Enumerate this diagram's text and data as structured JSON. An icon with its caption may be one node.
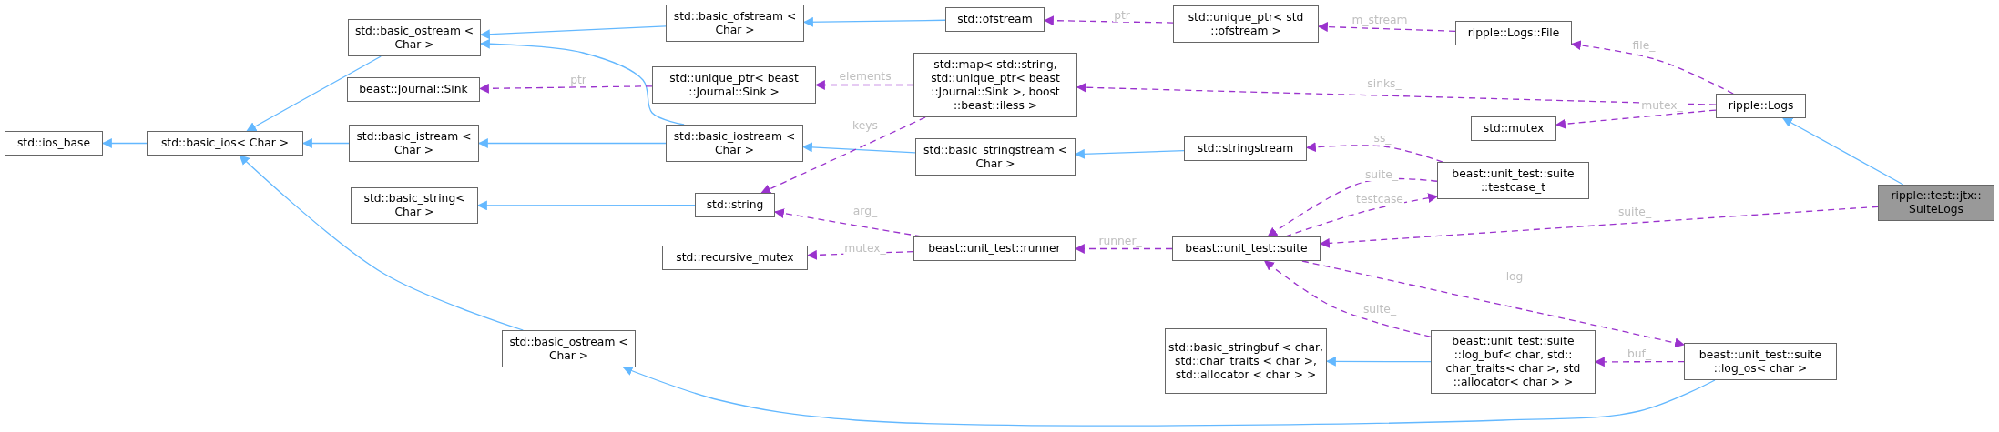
{
  "diagram": {
    "nodes": [
      {
        "text": [
          "std::ios_base"
        ]
      },
      {
        "text": [
          "std::basic_ios< Char >"
        ]
      },
      {
        "text": [
          "std::basic_ostream < Char >"
        ]
      },
      {
        "text": [
          "beast::Journal::Sink"
        ]
      },
      {
        "text": [
          "std::basic_istream < Char >"
        ]
      },
      {
        "text": [
          "std::basic_string< Char >"
        ]
      },
      {
        "text": [
          "std::basic_ostream < Char >"
        ]
      },
      {
        "text": [
          "std::basic_ofstream < Char >"
        ]
      },
      {
        "text": [
          "std::unique_ptr< beast ::Journal::Sink >"
        ]
      },
      {
        "text": [
          "std::basic_iostream < Char >"
        ]
      },
      {
        "text": [
          "std::string"
        ]
      },
      {
        "text": [
          "std::ofstream"
        ]
      },
      {
        "text": [
          "std::map< std::string, std::unique_ptr< beast ::Journal::Sink >, boost ::beast::iless >"
        ]
      },
      {
        "text": [
          "std::basic_stringstream < Char >"
        ]
      },
      {
        "text": [
          "std::stringstream"
        ]
      },
      {
        "text": [
          "std::unique_ptr< std ::ofstream >"
        ]
      },
      {
        "text": [
          "ripple::Logs::File"
        ]
      },
      {
        "text": [
          "ripple::Logs"
        ]
      },
      {
        "text": [
          "std::mutex"
        ]
      },
      {
        "text": [
          "beast::unit_test::suite ::testcase_t"
        ]
      },
      {
        "text": [
          "ripple::test::jtx:: SuiteLogs"
        ]
      },
      {
        "text": [
          "beast::unit_test::runner"
        ]
      },
      {
        "text": [
          "std::recursive_mutex"
        ]
      },
      {
        "text": [
          "beast::unit_test::suite"
        ]
      },
      {
        "text": [
          "std::basic_stringbuf < char, std::char_traits < char >, std::allocator < char > >"
        ]
      },
      {
        "text": [
          "beast::unit_test::suite ::log_buf< char, std:: char_traits< char >, std ::allocator< char > >"
        ]
      },
      {
        "text": [
          "beast::unit_test::suite ::log_os< char >"
        ]
      }
    ],
    "edges": [
      {
        "from": 1,
        "to": 0,
        "arrow": "to",
        "color": "#63b8ff"
      },
      {
        "from": 2,
        "to": 1,
        "arrow": "to",
        "color": "#63b8ff"
      },
      {
        "from": 4,
        "to": 1,
        "arrow": "to",
        "color": "#63b8ff"
      },
      {
        "from": 6,
        "to": 1,
        "arrow": "to",
        "color": "#63b8ff"
      },
      {
        "from": 7,
        "to": 2,
        "arrow": "to",
        "color": "#63b8ff"
      },
      {
        "from": 9,
        "to": 2,
        "arrow": "to",
        "color": "#63b8ff"
      },
      {
        "from": 9,
        "to": 4,
        "arrow": "to",
        "color": "#63b8ff"
      },
      {
        "from": 10,
        "to": 5,
        "arrow": "to",
        "color": "#63b8ff"
      },
      {
        "from": 13,
        "to": 9,
        "arrow": "to",
        "color": "#63b8ff"
      },
      {
        "from": 14,
        "to": 13,
        "arrow": "to",
        "color": "#63b8ff"
      },
      {
        "from": 11,
        "to": 7,
        "arrow": "to",
        "color": "#63b8ff"
      },
      {
        "from": 20,
        "to": 17,
        "arrow": "to",
        "color": "#63b8ff"
      },
      {
        "from": 25,
        "to": 24,
        "arrow": "to",
        "color": "#63b8ff"
      },
      {
        "from": 26,
        "to": 6,
        "arrow": "to",
        "color": "#63b8ff"
      },
      {
        "from": 15,
        "to": 11,
        "arrow": "to",
        "label": "ptr",
        "style": "dashed"
      },
      {
        "from": 8,
        "to": 3,
        "arrow": "to",
        "label": "ptr",
        "style": "dashed"
      },
      {
        "from": 12,
        "to": 8,
        "arrow": "to",
        "label": "elements",
        "style": "dashed"
      },
      {
        "from": 12,
        "to": 10,
        "arrow": "to",
        "label": "keys",
        "style": "dashed"
      },
      {
        "from": 16,
        "to": 15,
        "arrow": "to",
        "label": "m_stream",
        "style": "dashed"
      },
      {
        "from": 17,
        "to": 16,
        "arrow": "to",
        "label": "file_",
        "style": "dashed"
      },
      {
        "from": 17,
        "to": 12,
        "arrow": "to",
        "label": "sinks_",
        "style": "dashed"
      },
      {
        "from": 17,
        "to": 18,
        "arrow": "to",
        "label": "mutex_",
        "style": "dashed"
      },
      {
        "from": 19,
        "to": 14,
        "arrow": "to",
        "label": "ss_",
        "style": "dashed"
      },
      {
        "from": 19,
        "to": 23,
        "arrow": "to",
        "label": "suite_",
        "style": "dashed"
      },
      {
        "from": 23,
        "to": 19,
        "arrow": "to",
        "label": "testcase",
        "style": "dashed"
      },
      {
        "from": 20,
        "to": 23,
        "arrow": "to",
        "label": "suite_",
        "style": "dashed"
      },
      {
        "from": 21,
        "to": 10,
        "arrow": "to",
        "label": "arg_",
        "style": "dashed"
      },
      {
        "from": 21,
        "to": 22,
        "arrow": "to",
        "label": "mutex_",
        "style": "dashed"
      },
      {
        "from": 23,
        "to": 21,
        "arrow": "to",
        "label": "runner_",
        "style": "dashed"
      },
      {
        "from": 25,
        "to": 23,
        "arrow": "to",
        "label": "suite_",
        "style": "dashed"
      },
      {
        "from": 23,
        "to": 26,
        "arrow": "to",
        "label": "log",
        "style": "dashed"
      },
      {
        "from": 26,
        "to": 25,
        "arrow": "to",
        "label": "buf_",
        "style": "dashed"
      }
    ]
  }
}
